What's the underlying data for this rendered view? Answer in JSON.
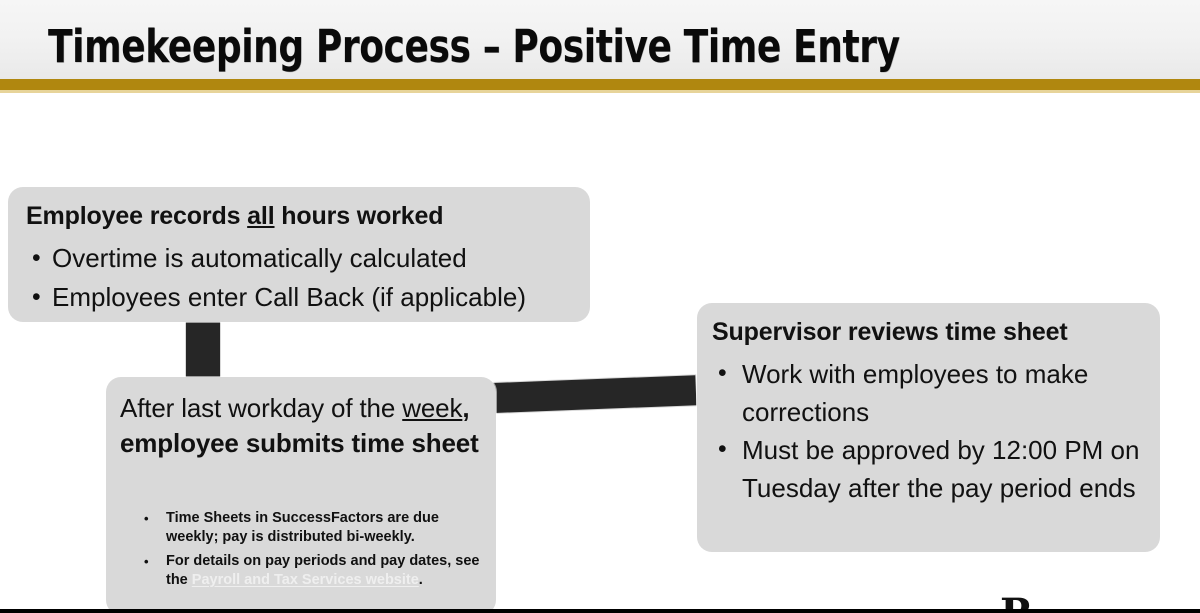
{
  "slide": {
    "title": "Timekeeping Process – Positive Time Entry",
    "accent_gold": "#b0870f",
    "accent_gold_light": "#e7d49a",
    "box_fill": "#d9d9d9",
    "connector_color": "#262626"
  },
  "boxes": {
    "employee_records": {
      "heading_before": "Employee records ",
      "heading_underlined": "all",
      "heading_after": " hours worked",
      "bullets": [
        "Overtime is automatically calculated",
        "Employees enter Call Back (if applicable)"
      ]
    },
    "employee_submits": {
      "heading_before": "After last workday of the ",
      "heading_underlined": "week",
      "heading_after": ", employee submits time sheet",
      "bullets": [
        {
          "text": "Time Sheets in SuccessFactors are due weekly; pay is distributed bi-weekly."
        },
        {
          "text_before": "For details on pay periods and pay dates, see the ",
          "link_text": "Payroll and Tax Services website",
          "text_after": "."
        }
      ]
    },
    "supervisor_reviews": {
      "heading": "Supervisor reviews time sheet",
      "bullets": [
        "Work with employees to make corrections",
        "Must be approved by 12:00 PM on Tuesday after the pay period ends"
      ]
    }
  },
  "footer": {
    "clipped_glyph": "R"
  }
}
